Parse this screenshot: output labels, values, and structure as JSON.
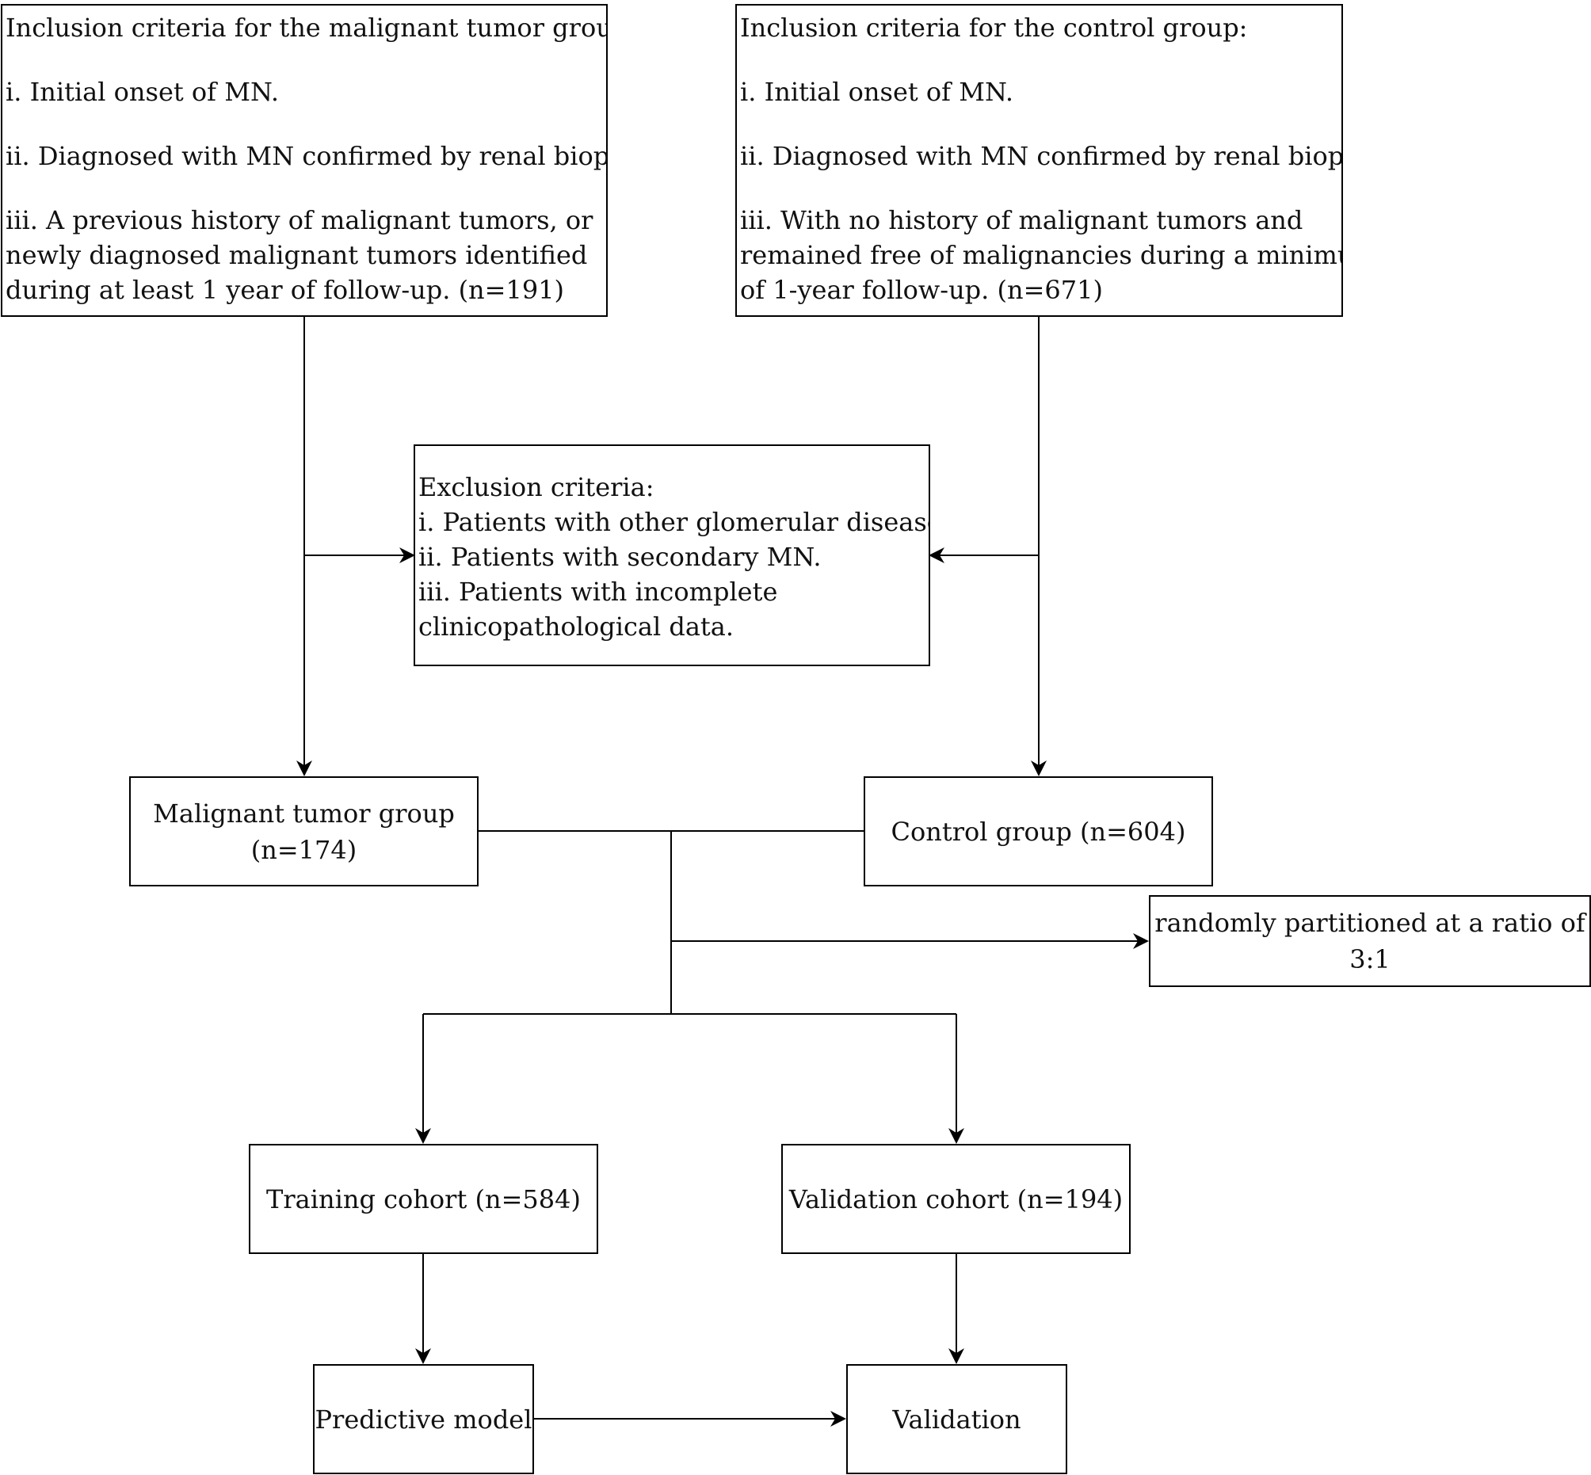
{
  "diagram": {
    "inclusion_malignant": {
      "heading": "Inclusion criteria for the malignant tumor group:",
      "item_1": "i. Initial onset of MN.",
      "item_2": "ii. Diagnosed with MN confirmed by renal biopsy.",
      "item_3_line_1": "iii. A previous history of malignant tumors, or",
      "item_3_line_2": "newly diagnosed malignant tumors identified",
      "item_3_line_3": "during at least 1 year of follow-up. (n=191)"
    },
    "inclusion_control": {
      "heading": "Inclusion criteria for the control group:",
      "item_1": "i. Initial onset of MN.",
      "item_2": "ii. Diagnosed with MN confirmed by renal biopsy.",
      "item_3_line_1": "iii. With no history of malignant tumors and",
      "item_3_line_2": "remained free of malignancies during a minimum",
      "item_3_line_3": "of 1-year follow-up. (n=671)"
    },
    "exclusion": {
      "heading": "Exclusion criteria:",
      "item_1": "i. Patients with other glomerular diseases.",
      "item_2": "ii. Patients with secondary MN.",
      "item_3_line_1": "iii. Patients with incomplete",
      "item_3_line_2": "clinicopathological data."
    },
    "malignant_group": {
      "line_1": "Malignant tumor group",
      "line_2": "(n=174)"
    },
    "control_group": "Control group (n=604)",
    "partition": {
      "line_1": "randomly partitioned at a ratio of",
      "line_2": "3:1"
    },
    "training_cohort": "Training cohort (n=584)",
    "validation_cohort": "Validation cohort (n=194)",
    "predictive_model": "Predictive model",
    "validation": "Validation"
  }
}
